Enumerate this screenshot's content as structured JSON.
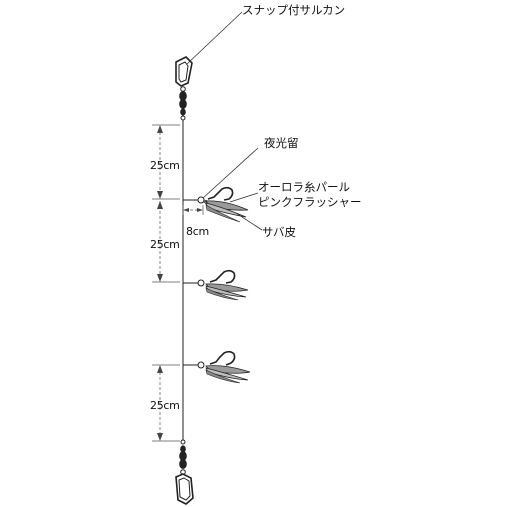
{
  "labels": {
    "swivel": "スナップ付サルカン",
    "luminous_stopper": "夜光留",
    "aurora_line": "オーロラ糸パール",
    "flasher": "ピンクフラッシャー",
    "mackerel_skin": "サバ皮"
  },
  "dimensions": {
    "spacing_top": "25cm",
    "spacing_middle": "25cm",
    "spacing_bottom": "25cm",
    "branch_length": "8cm"
  },
  "colors": {
    "line": "#222222",
    "flasher": "#9a9a9a",
    "bead": "#ffffff"
  }
}
